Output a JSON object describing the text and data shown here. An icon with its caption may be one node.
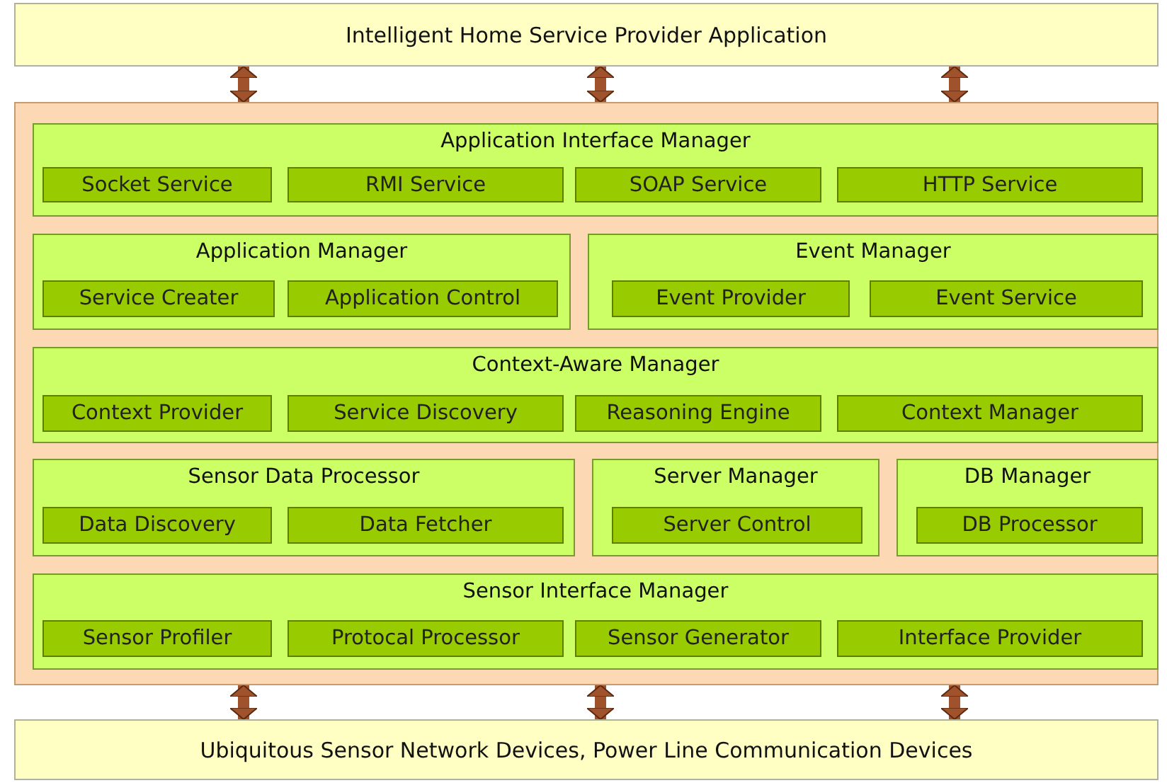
{
  "diagram": {
    "nodes": [
      {
        "text": [
          "Intelligent Home Service Provider Application"
        ]
      },
      {
        "text": [],
        "shape": "box"
      },
      {
        "text": [
          "Application Interface Manager"
        ],
        "in": 1
      },
      {
        "text": [
          "Socket Service"
        ],
        "in": 2
      },
      {
        "text": [
          "RMI Service"
        ],
        "in": 2
      },
      {
        "text": [
          "SOAP Service"
        ],
        "in": 2
      },
      {
        "text": [
          "HTTP Service"
        ],
        "in": 2
      },
      {
        "text": [
          "Application Manager"
        ],
        "in": 1
      },
      {
        "text": [
          "Service Creater"
        ],
        "in": 7
      },
      {
        "text": [
          "Application Control"
        ],
        "in": 7
      },
      {
        "text": [
          "Event Manager"
        ],
        "in": 1
      },
      {
        "text": [
          "Event Provider"
        ],
        "in": 10
      },
      {
        "text": [
          "Event Service"
        ],
        "in": 10
      },
      {
        "text": [
          "Context-Aware Manager"
        ],
        "in": 1
      },
      {
        "text": [
          "Context Provider"
        ],
        "in": 13
      },
      {
        "text": [
          "Service Discovery"
        ],
        "in": 13
      },
      {
        "text": [
          "Reasoning Engine"
        ],
        "in": 13
      },
      {
        "text": [
          "Context Manager"
        ],
        "in": 13
      },
      {
        "text": [
          "Sensor Data Processor"
        ],
        "in": 1
      },
      {
        "text": [
          "Data Discovery"
        ],
        "in": 18
      },
      {
        "text": [
          "Data Fetcher"
        ],
        "in": 18
      },
      {
        "text": [
          "Server Manager"
        ],
        "in": 1
      },
      {
        "text": [
          "Server Control"
        ],
        "in": 21
      },
      {
        "text": [
          "DB Manager"
        ],
        "in": 1
      },
      {
        "text": [
          "DB Processor"
        ],
        "in": 23
      },
      {
        "text": [
          "Sensor Interface Manager"
        ],
        "in": 1
      },
      {
        "text": [
          "Sensor Profiler"
        ],
        "in": 25
      },
      {
        "text": [
          "Protocal Processor"
        ],
        "in": 25
      },
      {
        "text": [
          "Sensor Generator"
        ],
        "in": 25
      },
      {
        "text": [
          "Interface Provider"
        ],
        "in": 25
      },
      {
        "text": [
          "Ubiquitous Sensor Network Devices, Power Line Communication Devices"
        ]
      }
    ],
    "edges": [
      {
        "from": 0,
        "to": 1,
        "arrow": "both"
      },
      {
        "from": 0,
        "to": 1,
        "arrow": "both"
      },
      {
        "from": 0,
        "to": 1,
        "arrow": "both"
      },
      {
        "from": 1,
        "to": 30,
        "arrow": "both"
      },
      {
        "from": 1,
        "to": 30,
        "arrow": "both"
      },
      {
        "from": 1,
        "to": 30,
        "arrow": "both"
      }
    ]
  }
}
